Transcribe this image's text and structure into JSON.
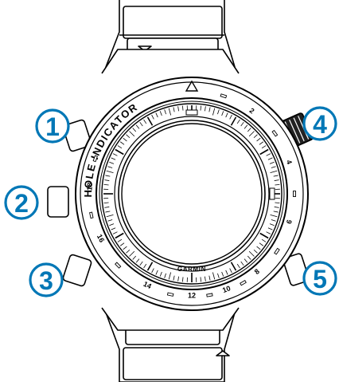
{
  "bezel": {
    "upper_text": "HOLE INDICATOR",
    "numbers": [
      "2",
      "4",
      "6",
      "8",
      "10",
      "12",
      "14",
      "16",
      "18"
    ]
  },
  "dial": {
    "brand": "GARMIN"
  },
  "callouts": [
    {
      "id": "button-1",
      "label": "1"
    },
    {
      "id": "button-2",
      "label": "2"
    },
    {
      "id": "button-3",
      "label": "3"
    },
    {
      "id": "button-4",
      "label": "4"
    },
    {
      "id": "button-5",
      "label": "5"
    }
  ],
  "colors": {
    "callout_fill": "#0077b6",
    "outline": "#000000",
    "background": "#ffffff"
  }
}
